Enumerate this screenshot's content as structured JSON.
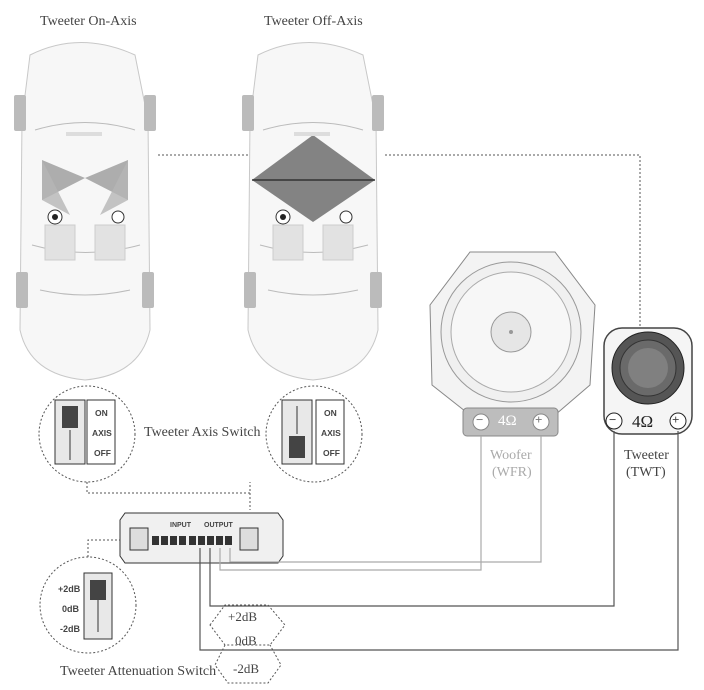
{
  "cars": {
    "on_axis_title": "Tweeter On-Axis",
    "off_axis_title": "Tweeter Off-Axis"
  },
  "axis_switch": {
    "label": "Tweeter Axis Switch",
    "on": "ON",
    "axis": "AXIS",
    "off": "OFF"
  },
  "woofer": {
    "impedance": "4Ω",
    "name": "Woofer",
    "code": "(WFR)",
    "minus": "−",
    "plus": "+"
  },
  "tweeter": {
    "impedance": "4Ω",
    "name": "Tweeter",
    "code": "(TWT)",
    "minus": "−",
    "plus": "+"
  },
  "crossover": {
    "input": "INPUT",
    "output": "OUTPUT"
  },
  "attenuation": {
    "label": "Tweeter Attenuation Switch",
    "plus2": "+2dB",
    "zero": "0dB",
    "minus2": "-2dB",
    "option_plus2": "+2dB",
    "option_zero": "0dB",
    "option_minus2": "-2dB"
  }
}
